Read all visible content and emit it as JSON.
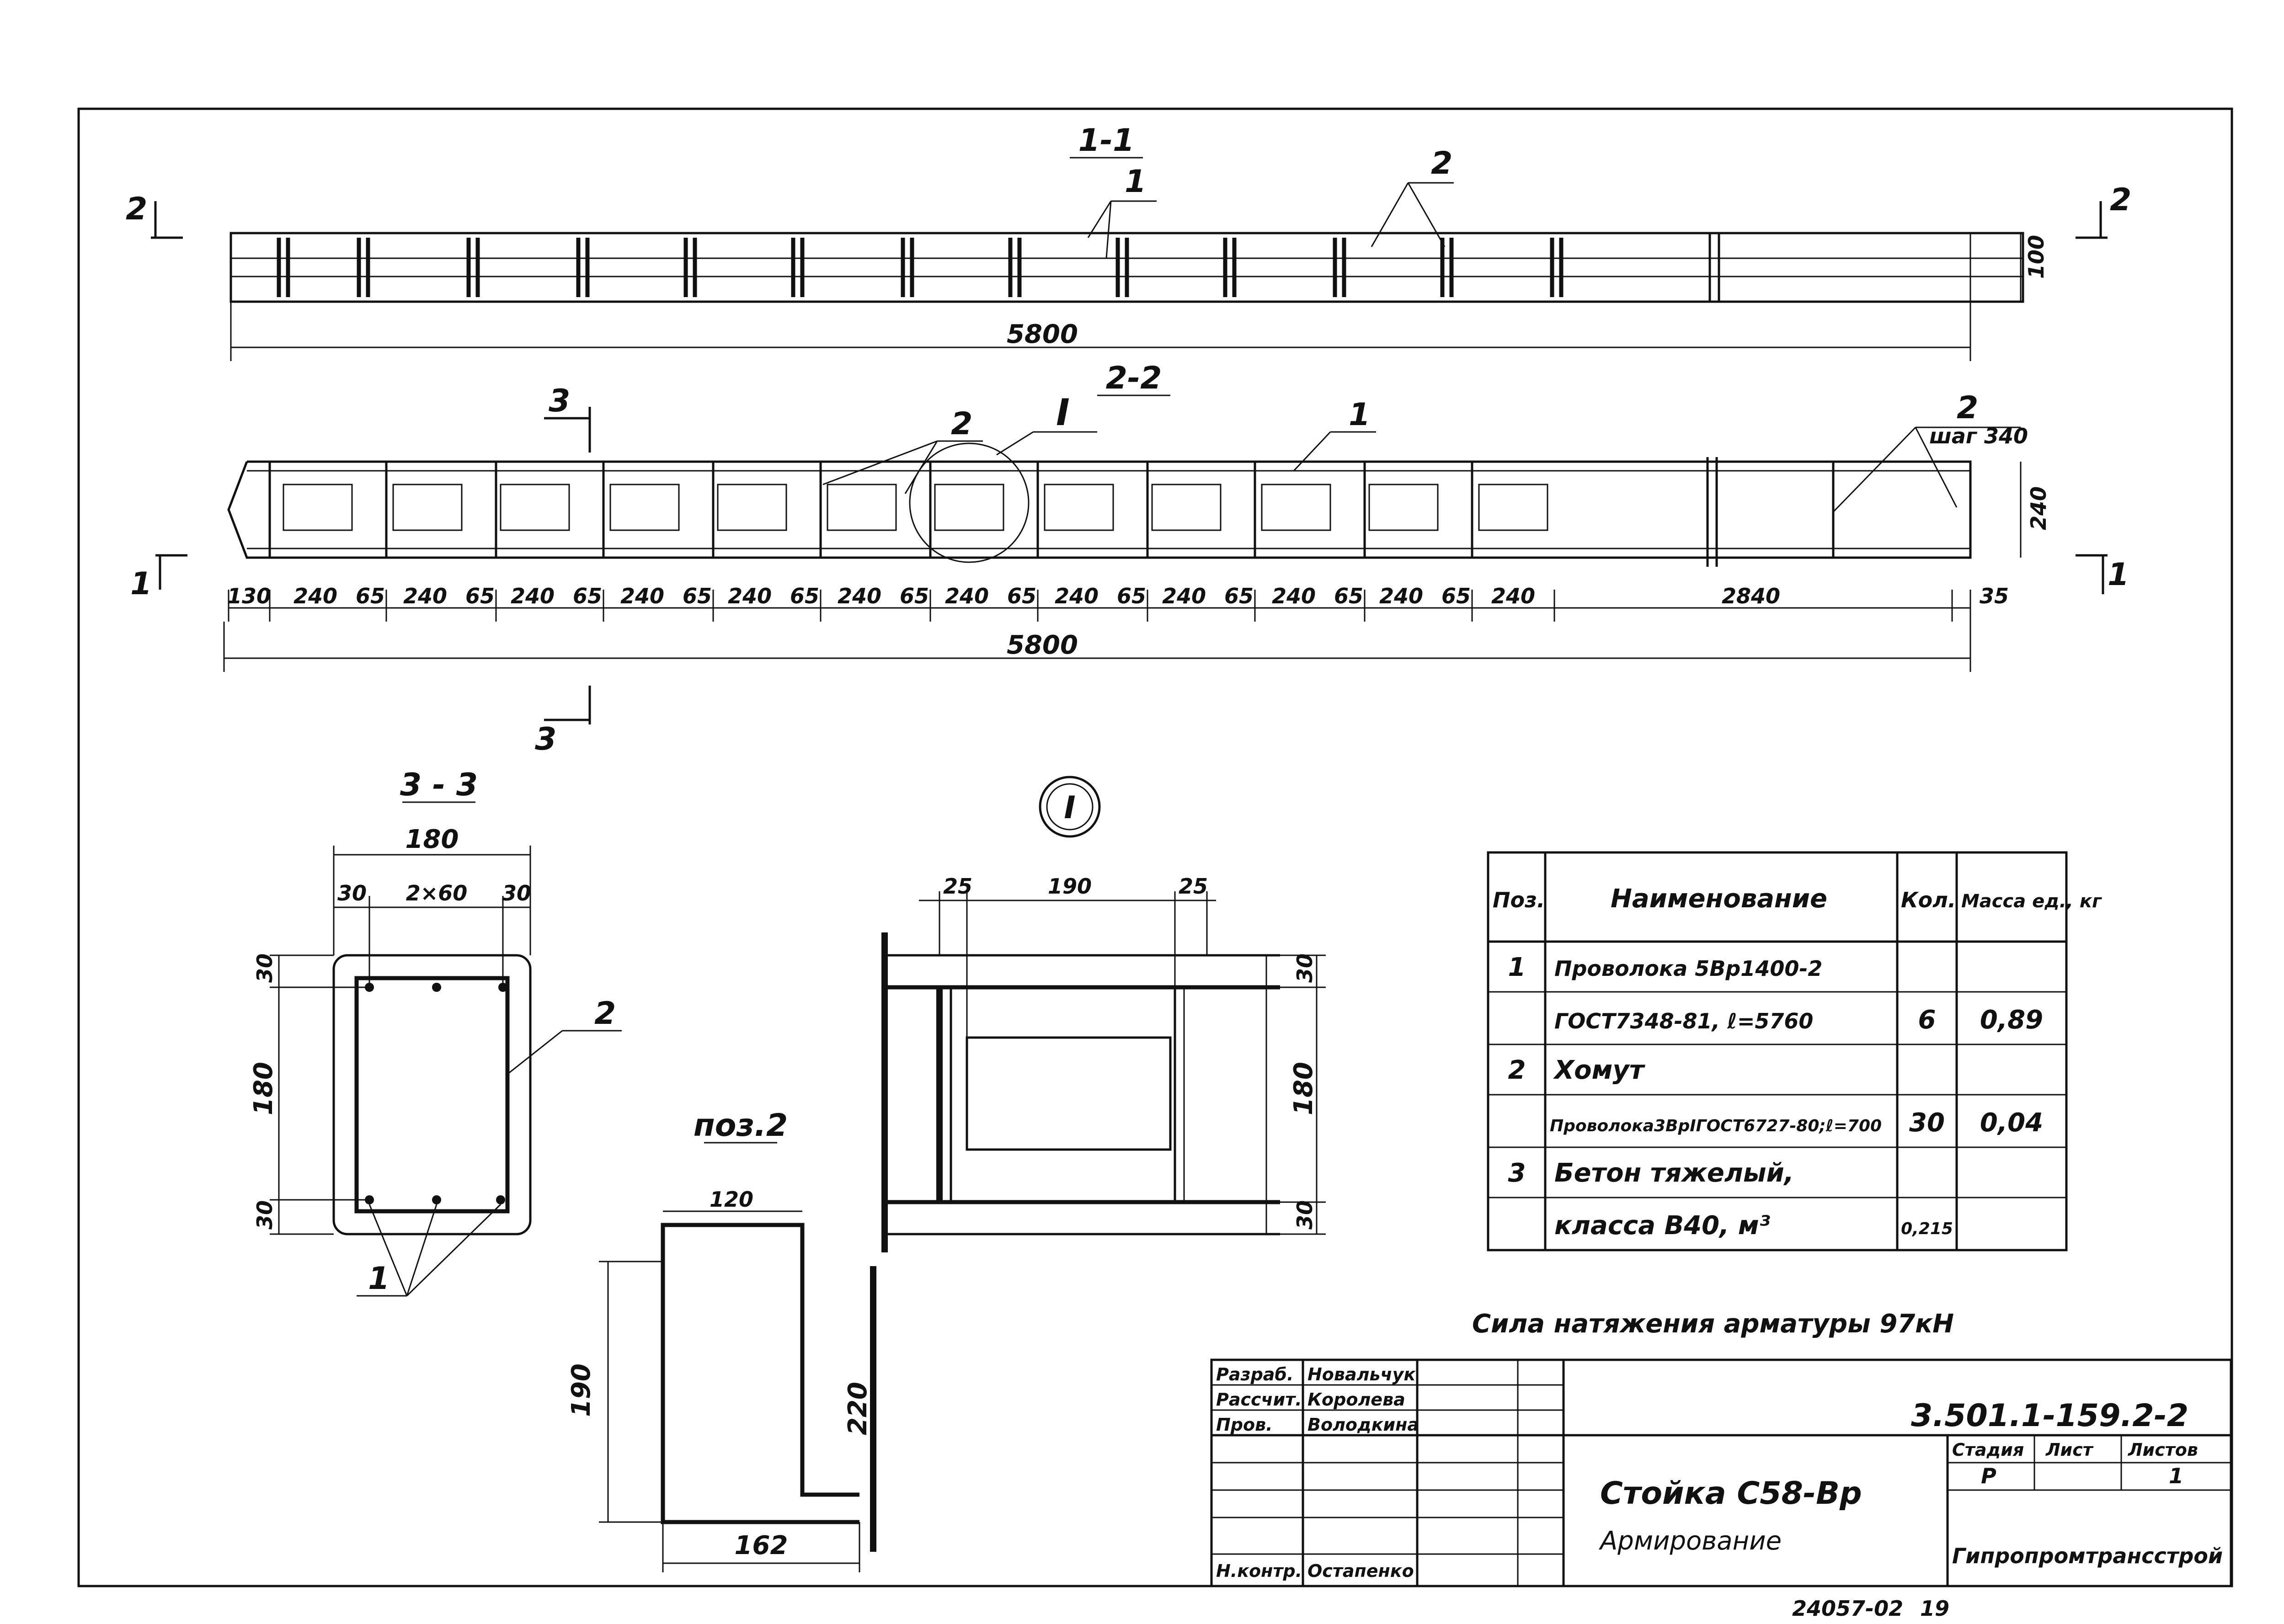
{
  "sections": {
    "s11": {
      "title": "1-1",
      "length_dim": "5800",
      "height_dim": "100",
      "callout_1": "1",
      "callout_2": "2"
    },
    "s22": {
      "title": "2-2",
      "length_dim": "5800",
      "height_dim": "240",
      "callout_2": "2",
      "callout_1": "1",
      "callout_2b": "2",
      "callout_2b_note": "шаг 340",
      "detail_marker": "I",
      "segment_dims": [
        "130",
        "240",
        "65",
        "240",
        "65",
        "240",
        "65",
        "240",
        "65",
        "240",
        "65",
        "240",
        "65",
        "240",
        "65",
        "240",
        "65",
        "240",
        "65",
        "240",
        "65",
        "240",
        "65",
        "240",
        "2840",
        "35"
      ]
    },
    "cut_marks": {
      "left_top": "2",
      "right_top": "2",
      "left_mid": "1",
      "right_mid": "1",
      "cut3_top": "3",
      "cut3_bottom": "3"
    },
    "s33": {
      "title": "3 - 3",
      "width": "180",
      "d30a": "30",
      "d2x60": "2×60",
      "d30b": "30",
      "h30a": "30",
      "h180": "180",
      "h30b": "30",
      "callout_2": "2",
      "callout_1": "1"
    },
    "detail": {
      "marker": "I",
      "d25a": "25",
      "d190": "190",
      "d25b": "25",
      "h30a": "30",
      "h180": "180",
      "h30b": "30"
    },
    "poz2": {
      "title": "поз.2",
      "w120": "120",
      "h190": "190",
      "w162": "162",
      "h220": "220"
    }
  },
  "spec_table": {
    "headers": {
      "poz": "Поз.",
      "name": "Наименование",
      "qty": "Кол.",
      "mass": "Масса ед., кг"
    },
    "rows": [
      {
        "poz": "1",
        "name": "Проволока 5Вр1400-2",
        "qty": "",
        "mass": ""
      },
      {
        "poz": "",
        "name": "ГОСТ7348-81, ℓ=5760",
        "qty": "6",
        "mass": "0,89"
      },
      {
        "poz": "2",
        "name": "Хомут",
        "qty": "",
        "mass": ""
      },
      {
        "poz": "",
        "name": "Проволока3ВрIГОСТ6727-80;ℓ=700",
        "qty": "30",
        "mass": "0,04"
      },
      {
        "poz": "3",
        "name": "Бетон тяжелый,",
        "qty": "",
        "mass": ""
      },
      {
        "poz": "",
        "name": "класса В40, м³",
        "qty": "0,215",
        "mass": ""
      }
    ]
  },
  "note": "Сила натяжения арматуры 97кН",
  "title_block": {
    "roles": [
      "Разраб.",
      "Рассчит.",
      "Пров.",
      "",
      "",
      "Н.контр."
    ],
    "names": [
      "Новальчук",
      "Королева",
      "Володкина",
      "",
      "",
      "Остапенко"
    ],
    "signatures": [
      "",
      "",
      "",
      "",
      "",
      ""
    ],
    "doc_code": "3.501.1-159.2-2",
    "drawing_title": "Стойка С58-Вр",
    "drawing_subtitle": "Армирование",
    "stage_label": "Стадия",
    "sheet_label": "Лист",
    "sheets_label": "Листов",
    "stage": "Р",
    "sheet": "",
    "sheets": "1",
    "org": "Гипропромтрансстрой",
    "archive": "24057-02",
    "page": "19"
  }
}
